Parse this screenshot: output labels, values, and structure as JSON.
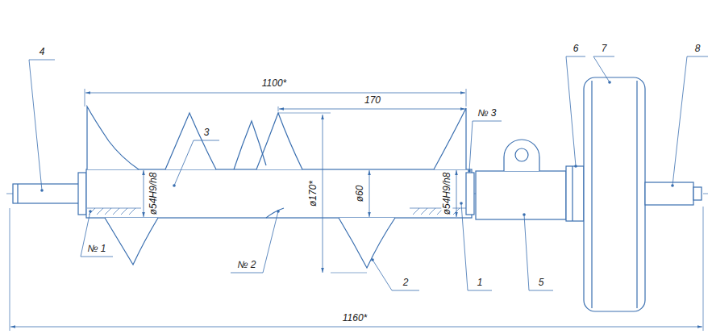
{
  "diagram": {
    "labels": [
      "1100*",
      "170",
      "ø170*",
      "ø60",
      "ø54H9/h8",
      "ø54H9/h8",
      "4",
      "3",
      "№ 1",
      "№ 2",
      "№ 3",
      "6",
      "7",
      "8",
      "2",
      "1",
      "5",
      "1160*"
    ]
  }
}
